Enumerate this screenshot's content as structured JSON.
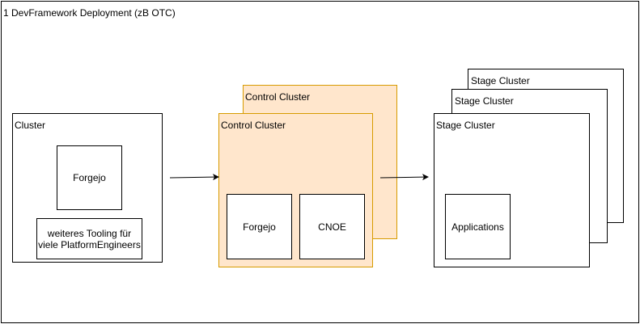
{
  "frame": {
    "title": "1 DevFramework Deployment (zB OTC)"
  },
  "cluster": {
    "title": "Cluster",
    "forgejo": "Forgejo",
    "tooling_line1": "weiteres Tooling für",
    "tooling_line2": "viele PlatformEngineers"
  },
  "control_back": {
    "title": "Control Cluster"
  },
  "control_front": {
    "title": "Control Cluster",
    "forgejo": "Forgejo",
    "cnoe": "CNOE"
  },
  "stage_back2": {
    "title": "Stage Cluster"
  },
  "stage_back1": {
    "title": "Stage Cluster"
  },
  "stage_front": {
    "title": "Stage Cluster",
    "applications": "Applications"
  },
  "colors": {
    "control_fill": "#ffe6cc",
    "control_stroke": "#d79b00",
    "stroke": "#000000",
    "background": "#ffffff"
  }
}
